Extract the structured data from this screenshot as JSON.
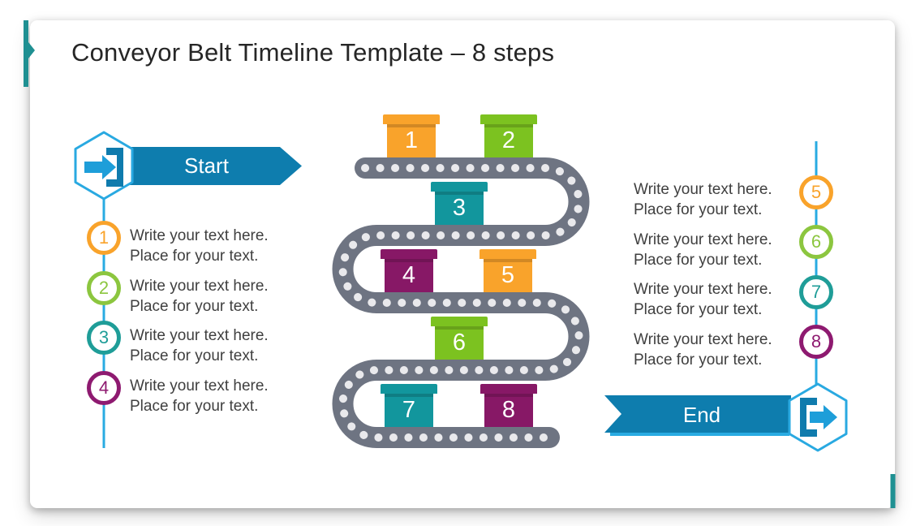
{
  "slide": {
    "title": "Conveyor Belt Timeline Template – 8 steps"
  },
  "colors": {
    "accent_teal": "#1F9092",
    "timeline_blue": "#29ABE2",
    "banner_blue": "#0E7DAE",
    "hexagon_stroke": "#29A9E1",
    "icon_arrow_blue": "#1E9ED9",
    "icon_bracket_blue": "#0F7BAD",
    "belt_gray": "#6E7482",
    "belt_dot": "#E9E9EC",
    "step_text_gray": "#3F3F3F",
    "title_gray": "#262626"
  },
  "icons": {
    "start": "arrow-into-bracket",
    "end": "arrow-out-of-bracket"
  },
  "start_banner": {
    "label": "Start"
  },
  "end_banner": {
    "label": "End"
  },
  "conveyor": {
    "boxes": [
      {
        "number": "1",
        "color": "#F9A32B"
      },
      {
        "number": "2",
        "color": "#7CC220"
      },
      {
        "number": "3",
        "color": "#12969D"
      },
      {
        "number": "4",
        "color": "#871866"
      },
      {
        "number": "5",
        "color": "#F9A32B"
      },
      {
        "number": "6",
        "color": "#7CC220"
      },
      {
        "number": "7",
        "color": "#12969D"
      },
      {
        "number": "8",
        "color": "#871866"
      }
    ]
  },
  "left_column": {
    "steps": [
      {
        "number": "1",
        "color": "#F9A32B",
        "line1": "Write your text here.",
        "line2": "Place for your text."
      },
      {
        "number": "2",
        "color": "#8CC63F",
        "line1": "Write your text here.",
        "line2": "Place for your text."
      },
      {
        "number": "3",
        "color": "#1F9D98",
        "line1": "Write your text here.",
        "line2": "Place for your text."
      },
      {
        "number": "4",
        "color": "#8E1A70",
        "line1": "Write your text here.",
        "line2": "Place for your text."
      }
    ]
  },
  "right_column": {
    "steps": [
      {
        "number": "5",
        "color": "#F9A32B",
        "line1": "Write your text here.",
        "line2": "Place for your text."
      },
      {
        "number": "6",
        "color": "#8CC63F",
        "line1": "Write your text here.",
        "line2": "Place for your text."
      },
      {
        "number": "7",
        "color": "#1F9D98",
        "line1": "Write your text here.",
        "line2": "Place for your text."
      },
      {
        "number": "8",
        "color": "#8E1A70",
        "line1": "Write your text here.",
        "line2": "Place for your text."
      }
    ]
  }
}
